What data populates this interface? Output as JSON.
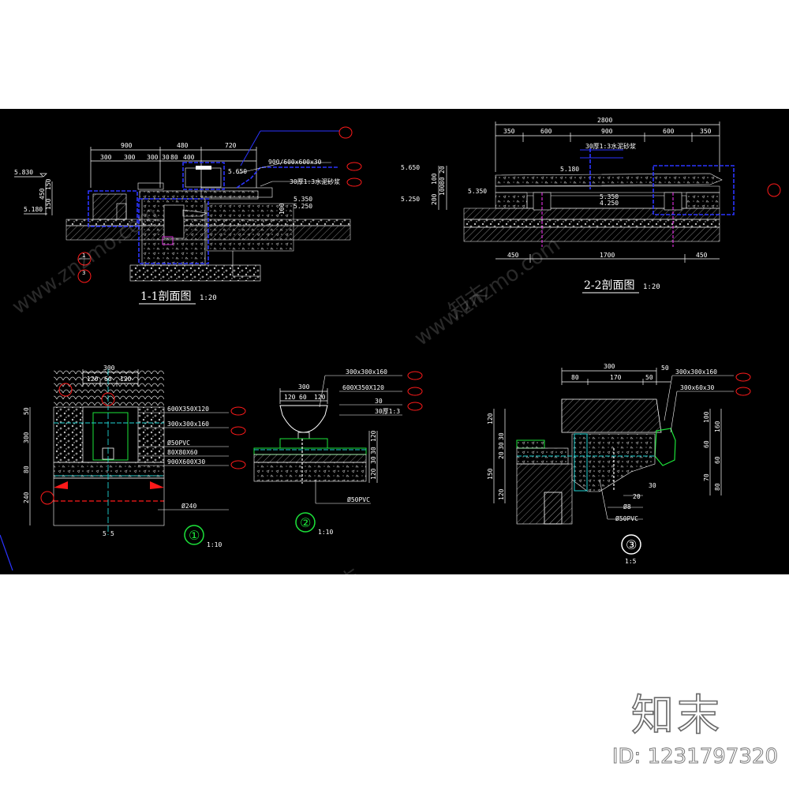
{
  "colors": {
    "background": "#000000",
    "line": "#ffffff",
    "blue": "#2b34ff",
    "cyan": "#1fd3d3",
    "green": "#1ce33a",
    "red": "#ff1a1a",
    "magenta": "#ff33ff"
  },
  "section_1_1": {
    "title": "1-1剖面图",
    "scale": "1:20",
    "dims_top": [
      "900",
      "480",
      "720"
    ],
    "dims_sub": [
      "300",
      "300",
      "300",
      "30",
      "80",
      "400"
    ],
    "dims_left": [
      "150",
      "150",
      "450"
    ],
    "elev": [
      "5.830",
      "5.180",
      "5.650",
      "5.350",
      "5.250"
    ],
    "notes": [
      "900/600x600x30",
      "30厚1:3水泥砂浆",
      "100"
    ],
    "callout_refs": [
      "1",
      "3"
    ]
  },
  "section_2_2": {
    "title": "2-2剖面图",
    "scale": "1:20",
    "dim_total": "2800",
    "dims_top": [
      "350",
      "600",
      "900",
      "600",
      "350"
    ],
    "dims_bottom": [
      "450",
      "1700",
      "450"
    ],
    "dims_left": [
      "20",
      "80",
      "100",
      "100",
      "200"
    ],
    "elev": [
      "5.650",
      "5.180",
      "5.350",
      "5.350",
      "4.250",
      "5.250"
    ],
    "notes": [
      "30厚1:3水泥砂浆"
    ]
  },
  "detail_1": {
    "label": "①",
    "scale": "1:10",
    "dims_top": [
      "300",
      "120",
      "60",
      "120"
    ],
    "dims_left": [
      "50",
      "300",
      "80",
      "240"
    ],
    "dims_bottom": [
      "5",
      "5"
    ],
    "notes": [
      "600X350X120",
      "300x300x160",
      "Ø50PVC",
      "80X80X60",
      "900X600X30",
      "Ø240"
    ]
  },
  "detail_2": {
    "label": "②",
    "scale": "1:10",
    "dims_top": [
      "300",
      "120",
      "60",
      "120"
    ],
    "dims_right": [
      "120",
      "30",
      "30",
      "120"
    ],
    "notes": [
      "300x300x160",
      "600X350X120",
      "30",
      "30厚1:3",
      "Ø50PVC"
    ]
  },
  "detail_3": {
    "label": "③",
    "scale": "1:5",
    "dims_top": [
      "300",
      "80",
      "170",
      "50",
      "50"
    ],
    "dims_left": [
      "120",
      "30",
      "30",
      "20",
      "150",
      "120"
    ],
    "dims_right": [
      "100",
      "160",
      "60",
      "60",
      "70",
      "80"
    ],
    "notes": [
      "300x300x160",
      "300x60x30",
      "20",
      "30",
      "Ø8",
      "Ø50PVC"
    ]
  },
  "watermark": {
    "logo": "知末",
    "id_text": "ID: 1231797320",
    "site": "www.znzmo.com"
  }
}
